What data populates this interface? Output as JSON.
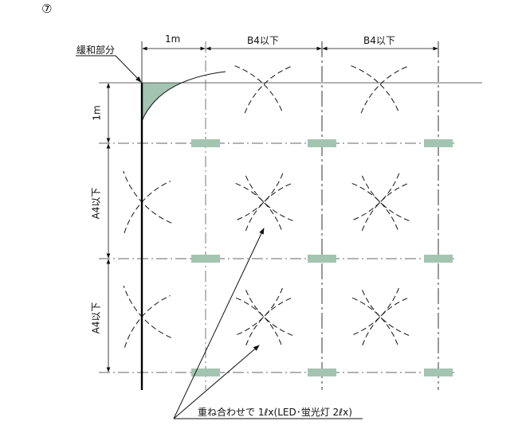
{
  "figure_number": "⑦",
  "labels": {
    "relief_area": "緩和部分",
    "dim_top_1": "1m",
    "dim_top_2": "B4以下",
    "dim_top_3": "B4以下",
    "dim_left_1": "1m",
    "dim_left_2": "A4以下",
    "dim_left_3": "A4以下",
    "note": "重ね合わせで 1ℓx(LED･蛍光灯 2ℓx)"
  },
  "colors": {
    "light": "#a3c4b0",
    "line": "#111111"
  }
}
